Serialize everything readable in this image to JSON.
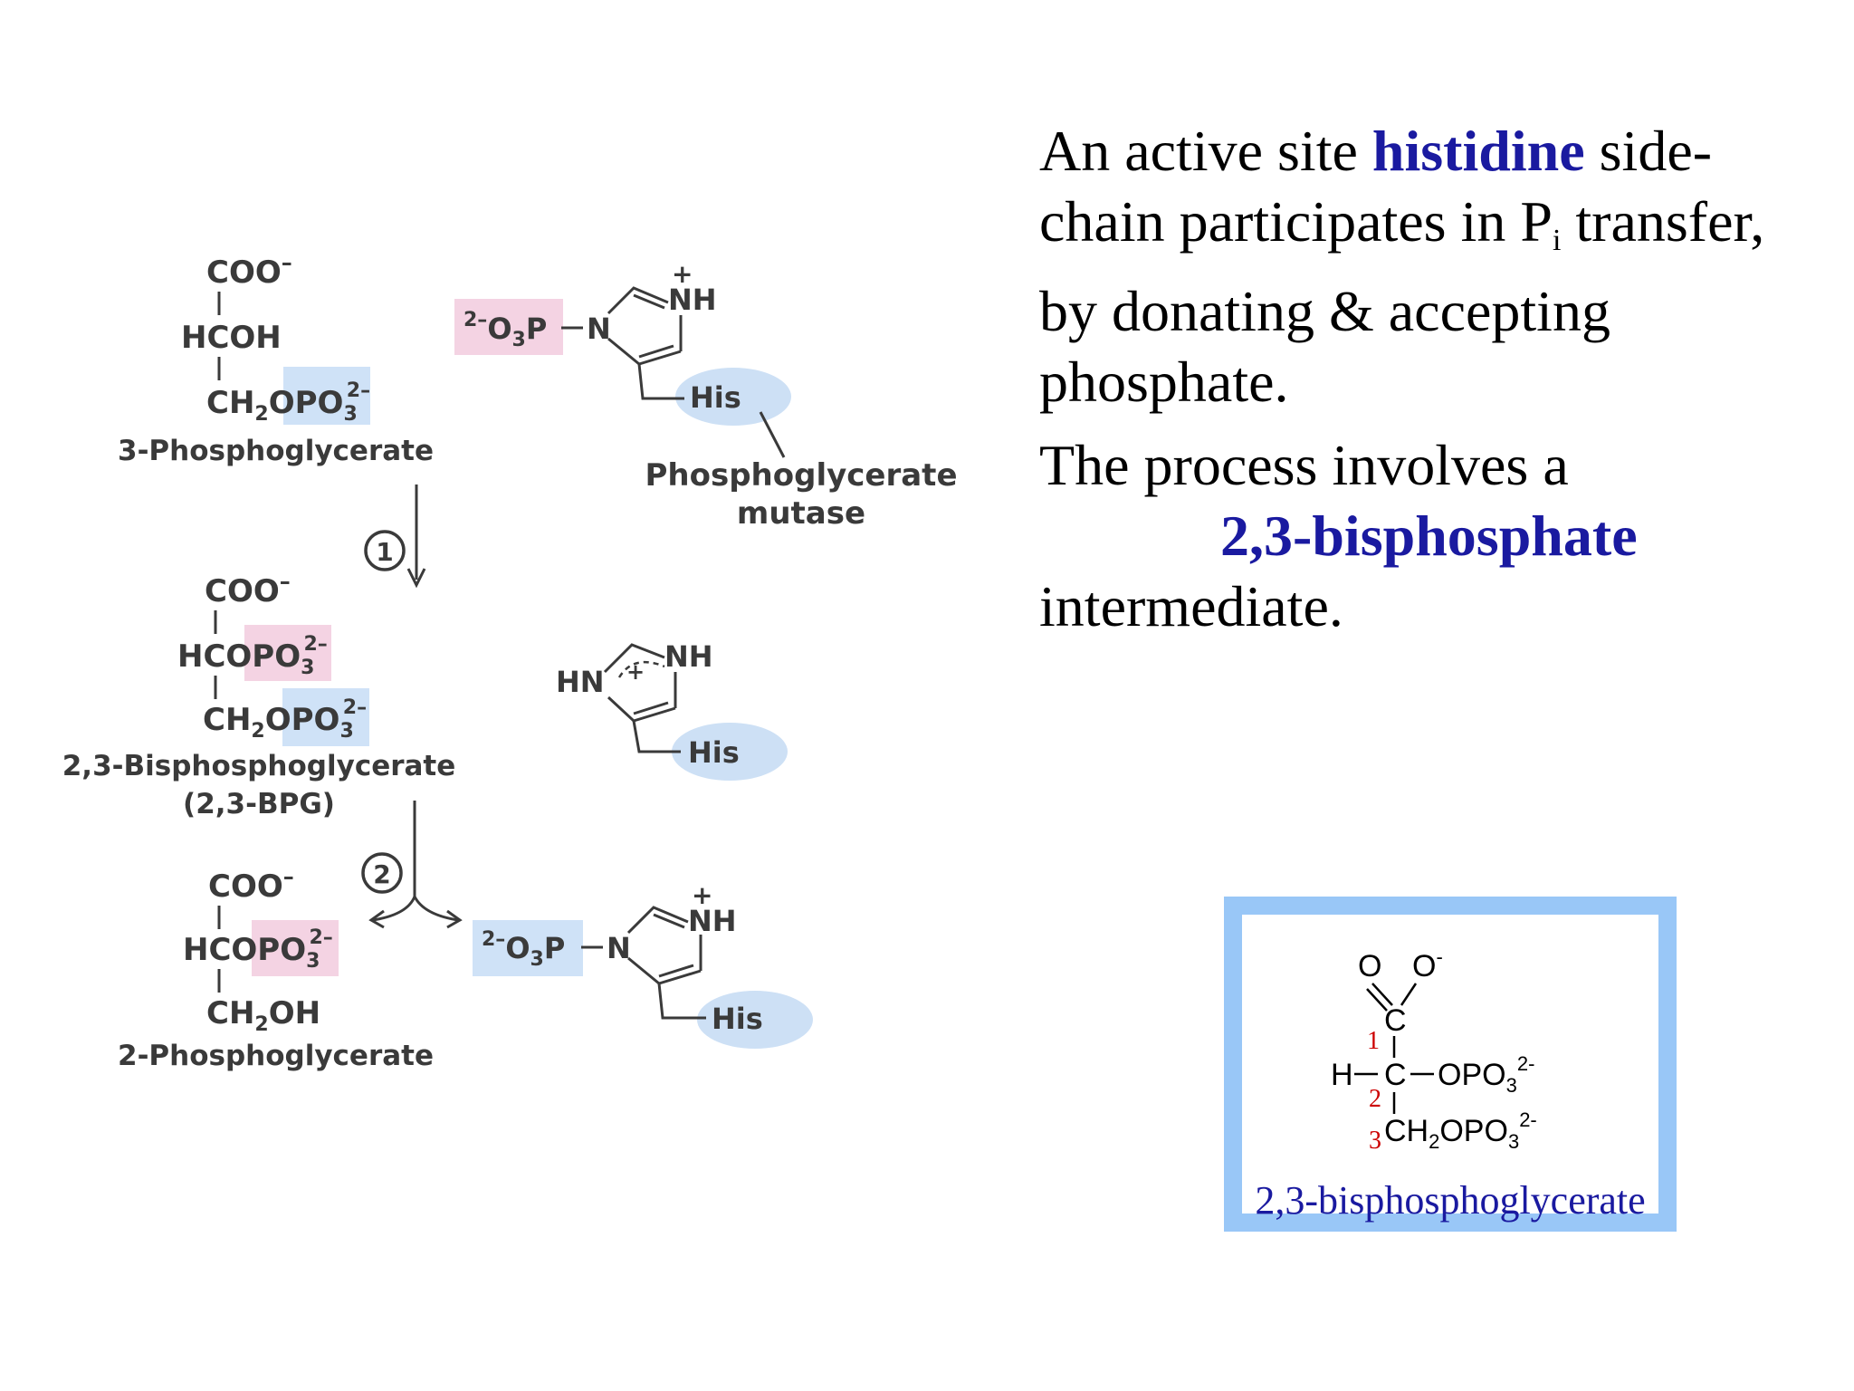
{
  "reaction": {
    "mol1": {
      "coo": "COO",
      "charge": "–",
      "hcoh": "HCOH",
      "ch2": "CH",
      "sub2": "2",
      "opo": "OPO",
      "sub3": "3",
      "sup": "2–",
      "name": "3-Phosphoglycerate"
    },
    "his_top": {
      "pre": "2–",
      "o": "O",
      "sub3": "3",
      "p": "P",
      "n": "N",
      "nh": "NH",
      "plus": "+",
      "his": "His"
    },
    "enzyme": {
      "line1": "Phosphoglycerate",
      "line2": "mutase"
    },
    "step1": "1",
    "mol2": {
      "coo": "COO",
      "charge": "–",
      "hcopo": "HCOPO",
      "sub3": "3",
      "sup": "2–",
      "ch2": "CH",
      "sub2": "2",
      "opo": "OPO",
      "name1": "2,3-Bisphosphoglycerate",
      "name2": "(2,3-BPG)"
    },
    "his_mid": {
      "hn": "HN",
      "nh": "NH",
      "plus": "+",
      "his": "His"
    },
    "step2": "2",
    "mol3": {
      "coo": "COO",
      "charge": "–",
      "hcopo": "HCOPO",
      "sub3": "3",
      "sup": "2–",
      "ch2oh": "CH",
      "sub2": "2",
      "oh": "OH",
      "name": "2-Phosphoglycerate"
    },
    "his_bot": {
      "pre": "2–",
      "o": "O",
      "sub3": "3",
      "p": "P",
      "n": "N",
      "nh": "NH",
      "plus": "+",
      "his": "His"
    }
  },
  "text": {
    "p1_a": "An active site ",
    "p1_hl": "histidine",
    "p1_b": " side-chain participates in P",
    "p1_sub": "i",
    "p1_c": " transfer, by donating & accepting phosphate.",
    "p2_a": "The process involves a",
    "p2_hl": "2,3-bisphosphate",
    "p2_b": "intermediate."
  },
  "bpg_box": {
    "o1": "O",
    "o2": "O",
    "minus": "-",
    "c": "C",
    "h": "H",
    "opo": "OPO",
    "sub3": "3",
    "sup": "2-",
    "ch2": "CH",
    "sub2": "2",
    "n1": "1",
    "n2": "2",
    "n3": "3",
    "caption": "2,3-bisphosphoglycerate"
  },
  "colors": {
    "pink": "#f4d3e3",
    "blue_box": "#cfe2f7",
    "his_ellipse": "#cde0f5",
    "text_blue": "#1a1aa0",
    "frame": "#99c7f7",
    "number_red": "#cc0000"
  }
}
